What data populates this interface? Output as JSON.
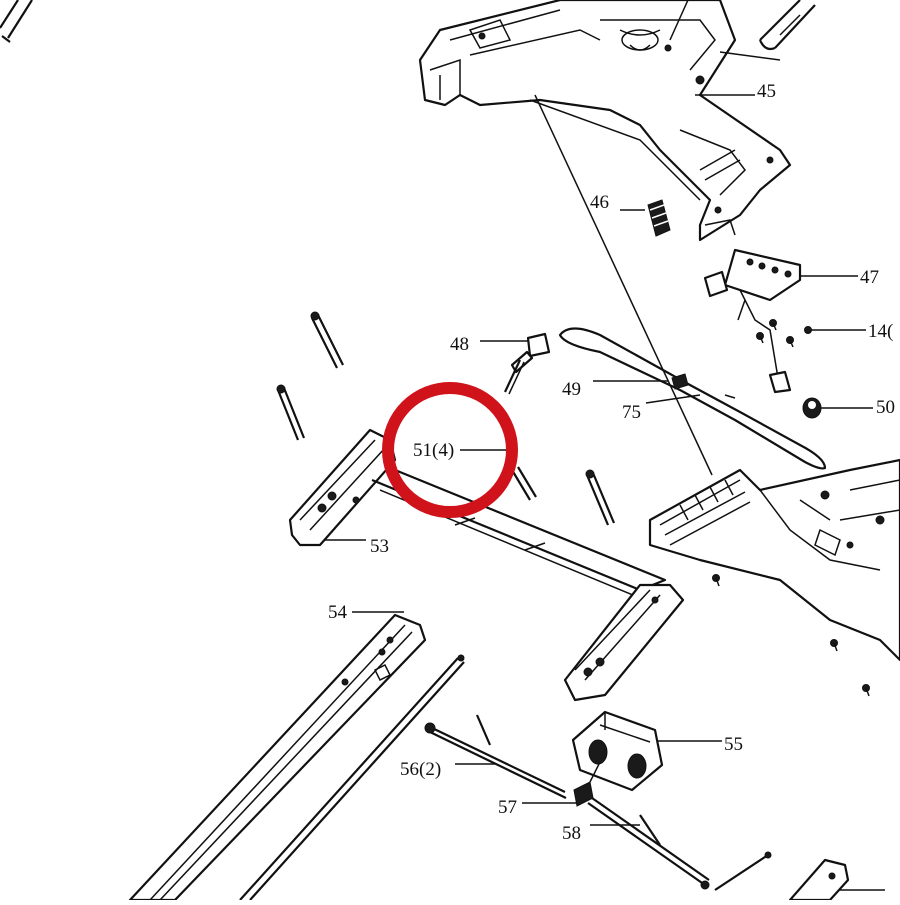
{
  "diagram": {
    "callouts": {
      "c45": "45",
      "c46": "46",
      "c47": "47",
      "c14": "14(",
      "c48": "48",
      "c49": "49",
      "c75": "75",
      "c50": "50",
      "c51": "51(4)",
      "c53": "53",
      "c54": "54",
      "c55": "55",
      "c56": "56(2)",
      "c57": "57",
      "c58": "58"
    },
    "highlight_color": "#d0121b",
    "line_color": "#111111"
  }
}
